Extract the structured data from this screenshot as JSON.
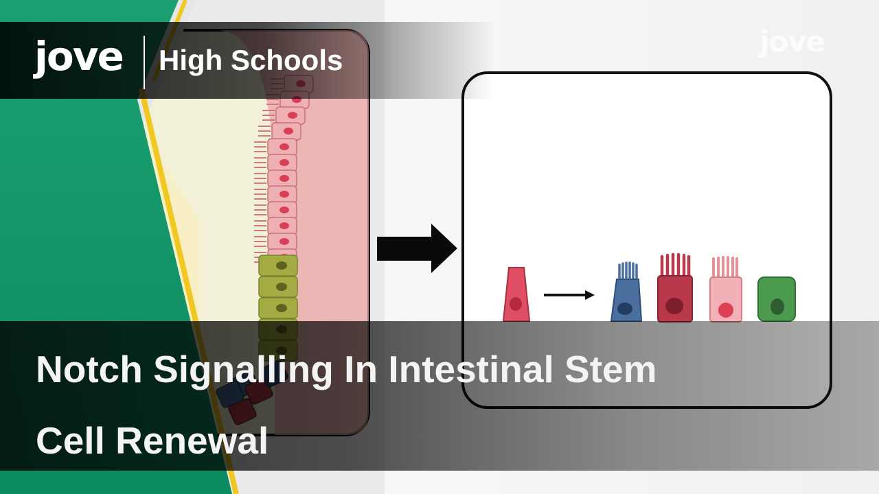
{
  "brand": {
    "logo_text": "jove",
    "section": "High Schools",
    "watermark": "jove"
  },
  "video_title": {
    "line1": "Notch Signalling In Intestinal Stem",
    "line2": "Cell Renewal"
  },
  "colors": {
    "brand_green": "#1d9e6e",
    "accent_yellow": "#f0c821",
    "enterocyte_pink": "#e88e95",
    "progenitor_red": "#df4e62",
    "goblet_crimson": "#b8394a",
    "tuft_blue": "#4a6e9d",
    "stem_green": "#4c9a4d",
    "crypt_olive": "#a3ab43"
  },
  "icons": [
    "right-arrow-icon",
    "differentiation-arrow-icon"
  ]
}
